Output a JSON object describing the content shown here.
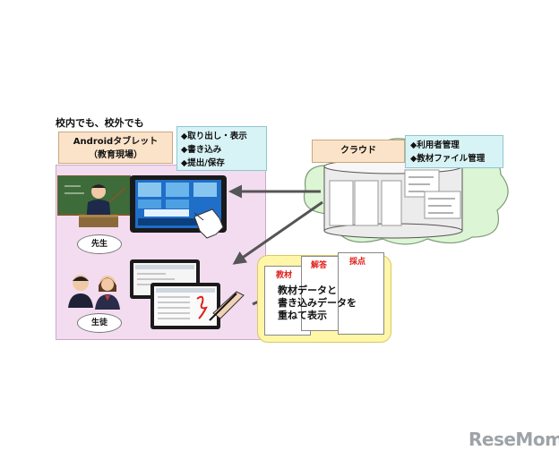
{
  "heading": "校内でも、校外でも",
  "android": {
    "line1": "Androidタブレット",
    "line2": "（教育現場）"
  },
  "operations": [
    "◆取り出し・表示",
    "◆書き込み",
    "◆提出/保存"
  ],
  "teacher_label": "先生",
  "student_label": "生徒",
  "cloud": {
    "label": "クラウド",
    "functions": [
      "◆利用者管理",
      "◆教材ファイル管理"
    ]
  },
  "sheets": {
    "material": "教材",
    "answer": "解答",
    "grading": "採点"
  },
  "overlay_text": [
    "教材データと",
    "書き込みデータを",
    "重ねて表示"
  ],
  "brand": "ReseMom"
}
